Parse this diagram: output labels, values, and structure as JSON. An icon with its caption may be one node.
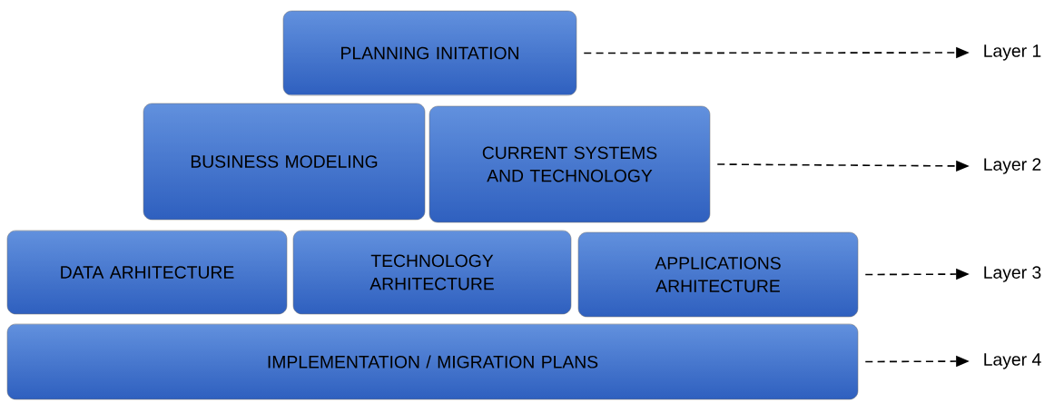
{
  "diagram": {
    "nodes": [
      {
        "text": [
          "PLANNING INITATION"
        ]
      },
      {
        "text": [
          "Layer 1"
        ]
      },
      {
        "text": [
          "BUSINESS MODELING"
        ]
      },
      {
        "text": [
          "CURRENT SYSTEMS AND TECHNOLOGY"
        ]
      },
      {
        "text": [
          "Layer 2"
        ]
      },
      {
        "text": [
          "DATA ARHITECTURE"
        ]
      },
      {
        "text": [
          "TECHNOLOGY ARHITECTURE"
        ]
      },
      {
        "text": [
          "APPLICATIONS ARHITECTURE"
        ]
      },
      {
        "text": [
          "Layer 3"
        ]
      },
      {
        "text": [
          "IMPLEMENTATION / MIGRATION PLANS"
        ]
      },
      {
        "text": [
          "Layer 4"
        ]
      }
    ],
    "edges": [
      {
        "from": 0,
        "to": 1,
        "arrow": "to",
        "style": "dashed"
      },
      {
        "from": 3,
        "to": 4,
        "arrow": "to",
        "style": "dashed"
      },
      {
        "from": 7,
        "to": 8,
        "arrow": "to",
        "style": "dashed"
      },
      {
        "from": 9,
        "to": 10,
        "arrow": "to",
        "style": "dashed"
      }
    ]
  }
}
